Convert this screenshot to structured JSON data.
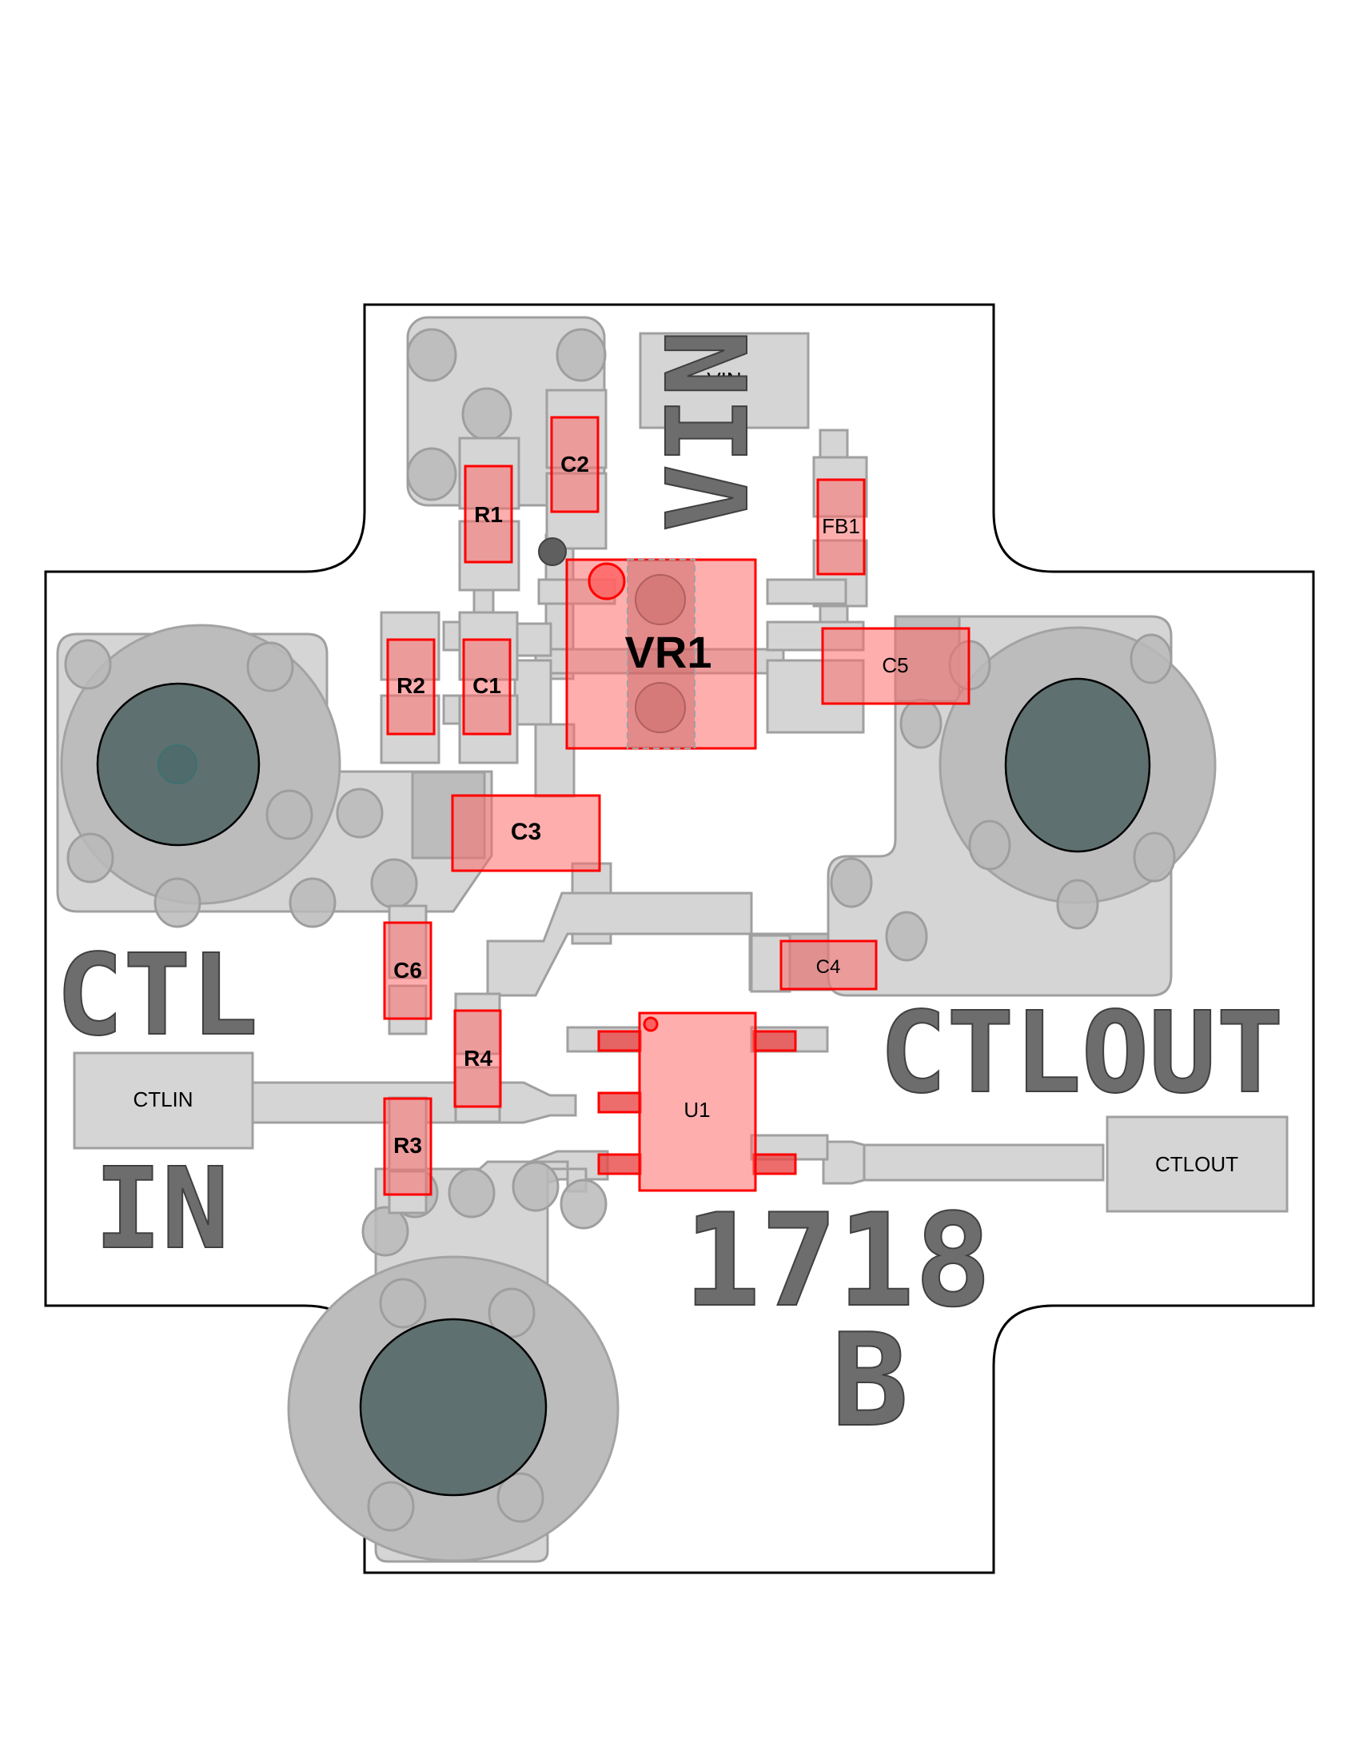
{
  "board": {
    "silkscreen": {
      "vin": "VIN",
      "ctl": "CTL",
      "in": "IN",
      "ctlout": "CTLOUT",
      "number": "1718",
      "revision": "B"
    },
    "pads": {
      "vin": "VIN",
      "ctlin": "CTLIN",
      "ctlout": "CTLOUT"
    },
    "components": {
      "r1": "R1",
      "c2": "C2",
      "fb1": "FB1",
      "r2": "R2",
      "c1": "C1",
      "vr1": "VR1",
      "c5": "C5",
      "c3": "C3",
      "c6": "C6",
      "c4": "C4",
      "r4": "R4",
      "r3": "R3",
      "u1": "U1"
    },
    "colors": {
      "copper": "#d5d5d5",
      "component_fill": "#ffa8a8",
      "component_outline": "#ff0000",
      "silkscreen": "#6d6d6d",
      "connector_core": "#5f7070"
    }
  }
}
